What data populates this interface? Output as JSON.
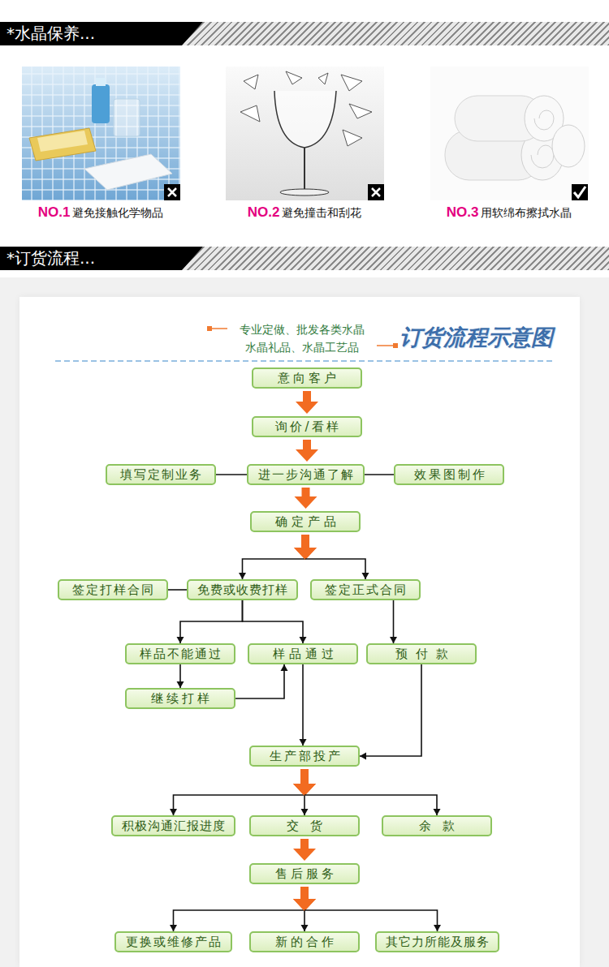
{
  "diagram": {
    "nodes": [
      {
        "text": [
          "*水晶保养..."
        ]
      },
      {
        "text": [
          "*订货流程..."
        ]
      },
      {
        "text": [
          "意向客户"
        ]
      },
      {
        "text": [
          "询价/看样"
        ]
      },
      {
        "text": [
          "填写定制业务"
        ]
      },
      {
        "text": [
          "进一步沟通了解"
        ]
      },
      {
        "text": [
          "效果图制作"
        ]
      },
      {
        "text": [
          "确定产品"
        ]
      },
      {
        "text": [
          "签定打样合同"
        ]
      },
      {
        "text": [
          "免费或收费打样"
        ]
      },
      {
        "text": [
          "签定正式合同"
        ]
      },
      {
        "text": [
          "样品不能通过"
        ]
      },
      {
        "text": [
          "样品通过"
        ]
      },
      {
        "text": [
          "预付款"
        ]
      },
      {
        "text": [
          "继续打样"
        ]
      },
      {
        "text": [
          "生产部投产"
        ]
      },
      {
        "text": [
          "积极沟通汇报进度"
        ]
      },
      {
        "text": [
          "交货"
        ]
      },
      {
        "text": [
          "余款"
        ]
      },
      {
        "text": [
          "售后服务"
        ]
      },
      {
        "text": [
          "更换或维修产品"
        ]
      },
      {
        "text": [
          "新的合作"
        ]
      },
      {
        "text": [
          "其它力所能及服务"
        ]
      }
    ],
    "edges": [
      {
        "from": 2,
        "to": 3,
        "arrow": "to"
      },
      {
        "from": 3,
        "to": 5,
        "arrow": "to"
      },
      {
        "from": 4,
        "to": 5,
        "arrow": "none"
      },
      {
        "from": 5,
        "to": 6,
        "arrow": "none"
      },
      {
        "from": 5,
        "to": 7,
        "arrow": "to"
      },
      {
        "from": 7,
        "to": 9,
        "arrow": "to"
      },
      {
        "from": 7,
        "to": 10,
        "arrow": "to"
      },
      {
        "from": 8,
        "to": 9,
        "arrow": "none"
      },
      {
        "from": 9,
        "to": 11,
        "arrow": "to"
      },
      {
        "from": 9,
        "to": 12,
        "arrow": "to"
      },
      {
        "from": 10,
        "to": 13,
        "arrow": "to"
      },
      {
        "from": 11,
        "to": 14,
        "arrow": "to"
      },
      {
        "from": 14,
        "to": 12,
        "arrow": "to"
      },
      {
        "from": 12,
        "to": 15,
        "arrow": "to"
      },
      {
        "from": 13,
        "to": 15,
        "arrow": "to"
      },
      {
        "from": 15,
        "to": 16,
        "arrow": "to"
      },
      {
        "from": 15,
        "to": 17,
        "arrow": "to"
      },
      {
        "from": 15,
        "to": 18,
        "arrow": "to"
      },
      {
        "from": 17,
        "to": 19,
        "arrow": "to"
      },
      {
        "from": 19,
        "to": 20,
        "arrow": "to"
      },
      {
        "from": 19,
        "to": 21,
        "arrow": "to"
      },
      {
        "from": 19,
        "to": 22,
        "arrow": "to"
      }
    ],
    "labels": [
      "NO.1",
      "避免接触化学物品",
      "NO.2",
      "避免撞击和刮花",
      "NO.3",
      "用软绵布擦拭水晶",
      "专业定做、批发各类水晶",
      "水晶礼品、水晶工艺品",
      "订货流程示意图"
    ]
  }
}
